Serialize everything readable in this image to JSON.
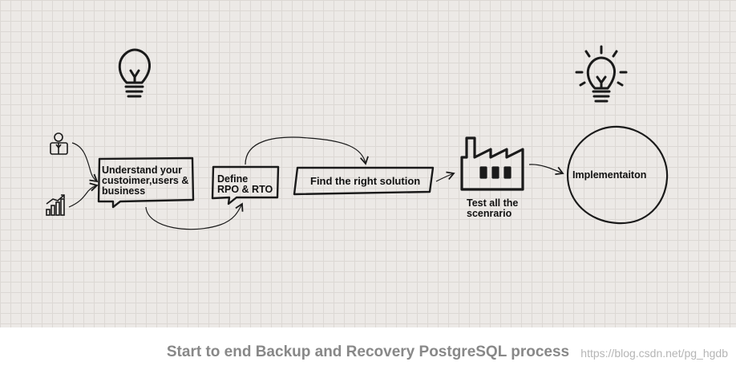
{
  "diagram": {
    "steps": {
      "understand": [
        "Understand your",
        "custoimer,users &",
        "business"
      ],
      "define": [
        "Define",
        "RPO & RTO"
      ],
      "solution": "Find the right solution",
      "test": [
        "Test all the",
        "scenrario"
      ],
      "implement": "Implementaiton"
    },
    "icons": [
      "lightbulb-icon",
      "user-icon",
      "growth-chart-icon",
      "factory-icon",
      "lightbulb-glowing-icon"
    ],
    "colors": {
      "background": "#ece9e6",
      "grid": "#dcd8d4",
      "ink": "#1a1a1a",
      "caption": "#888888"
    }
  },
  "caption": "Start to end Backup and Recovery PostgreSQL process",
  "watermark": "https://blog.csdn.net/pg_hgdb"
}
